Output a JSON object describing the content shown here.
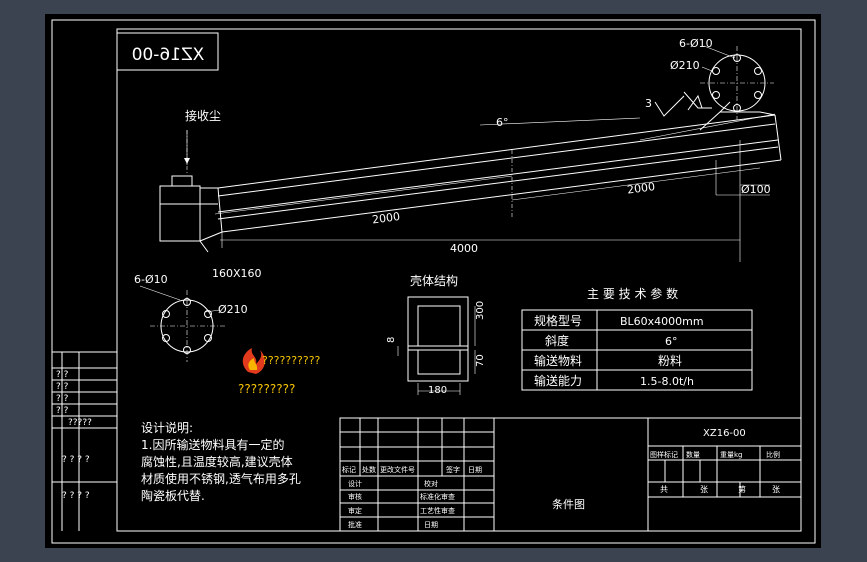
{
  "drawing": {
    "code_box": "XZ16-00",
    "dust_inlet_label": "接收尘",
    "angle_top": "6°",
    "dim_2000_lower": "2000",
    "dim_2000_right": "2000",
    "dim_4000": "4000",
    "dim_phi100": "Ø100",
    "flange_top_holes": "6-Ø10",
    "flange_top_dia": "Ø210",
    "flange_left_holes": "6-Ø10",
    "flange_left_dia": "Ø210",
    "inlet_size": "160X160",
    "arrow_num": "3",
    "shell_title": "壳体结构",
    "shell_dim_300": "300",
    "shell_dim_70": "70",
    "shell_dim_8": "8",
    "shell_dim_180": "180",
    "watermark_line1": "??????????",
    "watermark_line2": "?????????"
  },
  "tech_params": {
    "title": "主 要 技 术 参 数",
    "rows": [
      {
        "label": "规格型号",
        "value": "BL60x4000mm"
      },
      {
        "label": "斜度",
        "value": "6°"
      },
      {
        "label": "输送物料",
        "value": "粉料"
      },
      {
        "label": "输送能力",
        "value": "1.5-8.0t/h"
      }
    ]
  },
  "design_notes": {
    "title": "设计说明:",
    "lines": [
      "1.因所输送物料具有一定的",
      "腐蚀性,且温度较高,建议壳体",
      "材质使用不锈钢,透气布用多孔",
      "陶瓷板代替."
    ]
  },
  "left_strip": {
    "cells": [
      "? ?",
      "? ?",
      "? ?",
      "? ?",
      "?????",
      "? ? ? ?",
      "? ? ? ?"
    ]
  },
  "title_block": {
    "code": "XZ16-00",
    "drawing_name": "条件图",
    "top_labels": [
      "图样标记",
      "数量",
      "重量kg",
      "比例"
    ],
    "bottom_labels": [
      "共",
      "张",
      "第",
      "张"
    ],
    "rev_header": [
      "标记",
      "处数",
      "更改文件号",
      "签字",
      "日期"
    ],
    "roles": [
      "设计",
      "审核",
      "审定",
      "批准"
    ],
    "roles2": [
      "校对",
      "标准化审查",
      "工艺性审查",
      "日期"
    ]
  }
}
